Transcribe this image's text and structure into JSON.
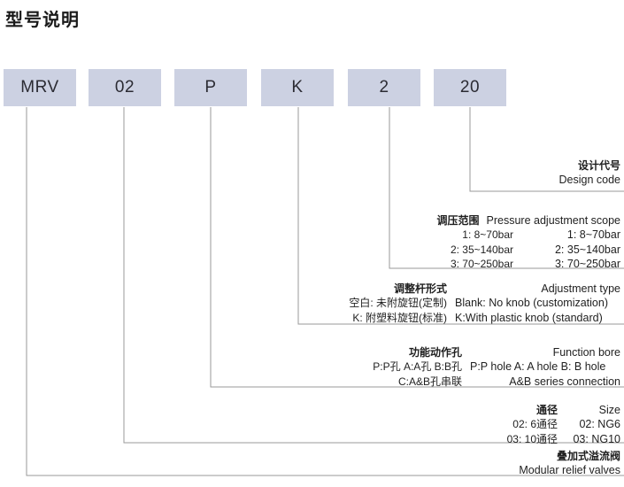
{
  "title": "型号说明",
  "code_boxes": [
    {
      "name": "series",
      "value": "MRV"
    },
    {
      "name": "size",
      "value": "02"
    },
    {
      "name": "function-bore",
      "value": "P"
    },
    {
      "name": "adjustment-type",
      "value": "K"
    },
    {
      "name": "pressure-scope",
      "value": "2"
    },
    {
      "name": "design-code",
      "value": "20"
    }
  ],
  "legend": {
    "design_code": {
      "cn_title": "设计代号",
      "en_title": "Design code"
    },
    "pressure_scope": {
      "cn_title": "调压范围",
      "en_title": "Pressure adjustment scope",
      "options_cn": [
        "1: 8~70bar",
        "2: 35~140bar",
        "3: 70~250bar"
      ],
      "options_en": [
        "1: 8~70bar",
        "2: 35~140bar",
        "3: 70~250bar"
      ]
    },
    "adjustment_type": {
      "cn_title": "调整杆形式",
      "en_title": "Adjustment type",
      "options_cn": [
        "空白: 未附旋钮(定制)",
        "K: 附塑料旋钮(标准)"
      ],
      "options_en": [
        "Blank: No knob (customization)",
        "K:With plastic knob (standard)"
      ]
    },
    "function_bore": {
      "cn_title": "功能动作孔",
      "en_title": "Function bore",
      "options_cn": [
        "P:P孔  A:A孔  B:B孔",
        "C:A&B孔串联"
      ],
      "options_en": [
        "P:P hole   A: A hole   B: B hole",
        "A&B series connection"
      ]
    },
    "size": {
      "cn_title": "通径",
      "en_title": "Size",
      "options_cn": [
        "02: 6通径",
        "03: 10通径"
      ],
      "options_en": [
        "02: NG6",
        "03: NG10"
      ]
    },
    "series": {
      "cn_title": "叠加式溢流阀",
      "en_title": "Modular relief valves"
    }
  },
  "colors": {
    "box_fill": "#ccd1e2",
    "line": "#9a9a9a",
    "text": "#1f1f1f"
  }
}
